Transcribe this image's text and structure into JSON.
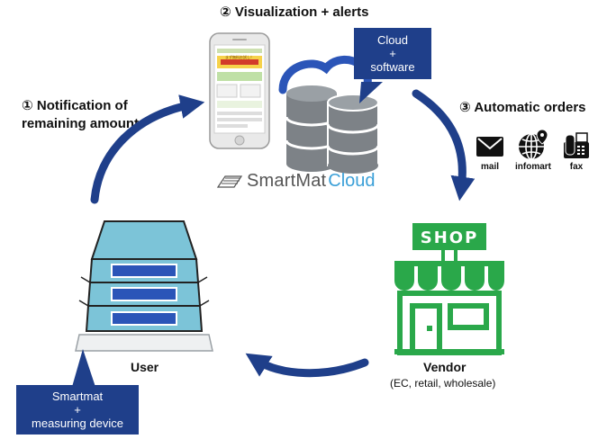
{
  "steps": {
    "step1": {
      "num": "①",
      "line1": "Notification of",
      "line2": "remaining amount"
    },
    "step2": {
      "num": "②",
      "text": "Visualization + alerts"
    },
    "step3": {
      "num": "③",
      "text": "Automatic orders"
    }
  },
  "cloud_callout": {
    "line1": "Cloud",
    "line2": "+",
    "line3": "software"
  },
  "brand": {
    "smart": "SmartMat",
    "cloud": "Cloud"
  },
  "order_channels": [
    {
      "label": "mail",
      "icon": "mail-icon"
    },
    {
      "label": "infomart",
      "icon": "globe-icon"
    },
    {
      "label": "fax",
      "icon": "fax-icon"
    }
  ],
  "shop_sign": "SHOP",
  "vendor": {
    "title": "Vendor",
    "subtitle": "(EC, retail, wholesale)"
  },
  "user": {
    "title": "User"
  },
  "device_callout": {
    "line1": "Smartmat",
    "line2": "+",
    "line3": "measuring device"
  },
  "phone_screen": {
    "banner": "まず無料お試し！"
  },
  "colors": {
    "arrow": "#1f3f8a",
    "callout": "#1f3f8a",
    "shop_green": "#2aa84a",
    "device_blue": "#7cc4d8",
    "slot_blue": "#2b55b8",
    "db_gray": "#7d8287"
  }
}
